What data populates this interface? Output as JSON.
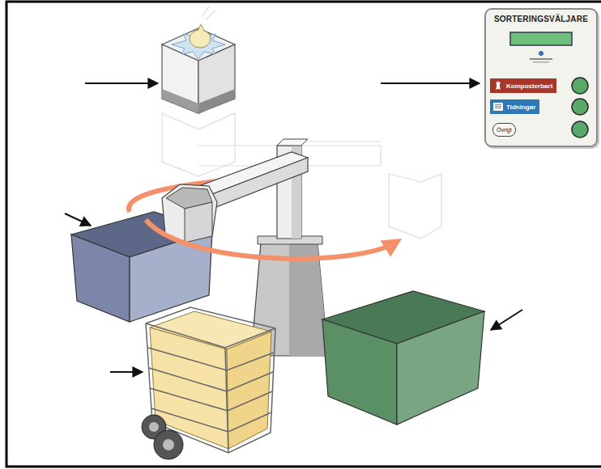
{
  "diagram": {
    "nodes": [
      {
        "text": [
          "SORTERINGSVÄLJARE"
        ]
      },
      {
        "text": [
          "Komposterbart"
        ],
        "in": 0
      },
      {
        "text": [
          "Tidningar"
        ],
        "in": 0
      },
      {
        "text": [
          "Övrigt"
        ],
        "in": 0
      }
    ]
  }
}
